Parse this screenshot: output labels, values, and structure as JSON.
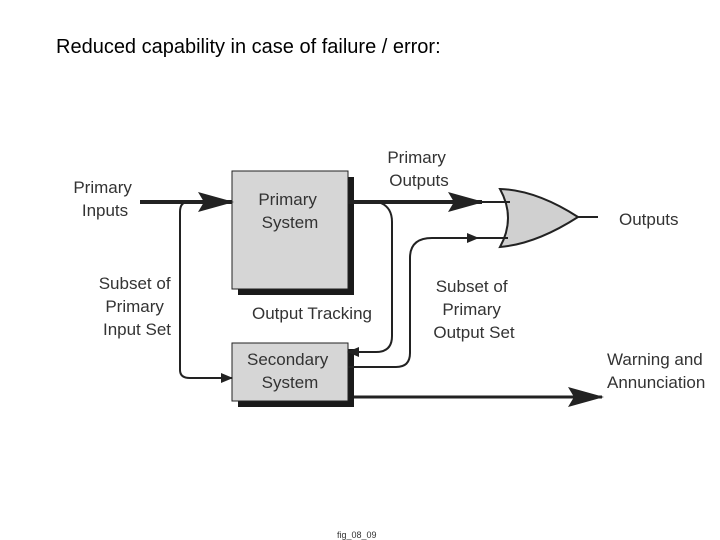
{
  "slide": {
    "title": "Reduced capability in case of failure / error:",
    "caption": "fig_08_09"
  },
  "diagram": {
    "primary_inputs": [
      "Primary",
      "Inputs"
    ],
    "primary_system": [
      "Primary",
      "System"
    ],
    "primary_outputs": [
      "Primary",
      "Outputs"
    ],
    "outputs": "Outputs",
    "subset_primary_input": [
      "Subset of",
      "Primary",
      "Input Set"
    ],
    "output_tracking": "Output Tracking",
    "subset_primary_output": [
      "Subset of",
      "Primary",
      "Output Set"
    ],
    "secondary_system": [
      "Secondary",
      "System"
    ],
    "warning": [
      "Warning and",
      "Annunciation"
    ]
  },
  "colors": {
    "box_fill": "#d6d6d6",
    "box_shadow": "#1a1a1a",
    "gate_fill": "#d0d0d0",
    "line": "#222222",
    "text": "#333333"
  }
}
